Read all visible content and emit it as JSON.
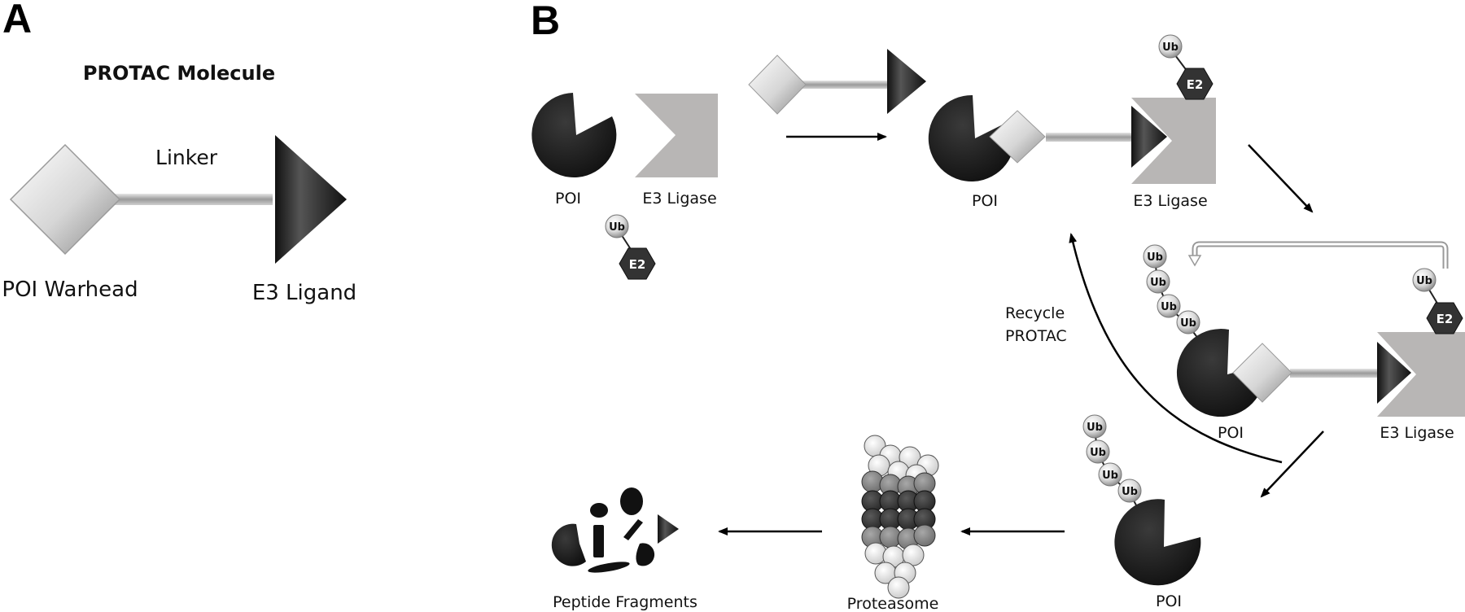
{
  "panel_a": {
    "letter": "A",
    "title": "PROTAC Molecule",
    "linker_label": "Linker",
    "warhead_label": "POI Warhead",
    "ligand_label": "E3 Ligand"
  },
  "panel_b": {
    "letter": "B",
    "step1": {
      "poi": "POI",
      "e3": "E3 Ligase",
      "ub": "Ub",
      "e2": "E2"
    },
    "step2": {
      "poi": "POI",
      "e3": "E3 Ligase",
      "ub": "Ub",
      "e2": "E2"
    },
    "step3": {
      "poi": "POI",
      "e3": "E3 Ligase",
      "ub": "Ub",
      "e2": "E2",
      "ub_chain": [
        "Ub",
        "Ub",
        "Ub",
        "Ub"
      ]
    },
    "recycle_label_line1": "Recycle",
    "recycle_label_line2": "PROTAC",
    "step4": {
      "poi": "POI",
      "ub_chain": [
        "Ub",
        "Ub",
        "Ub",
        "Ub"
      ]
    },
    "proteasome_label": "Proteasome",
    "fragments_label": "Peptide Fragments"
  },
  "colors": {
    "dark": "#222222",
    "ligase_gray": "#b8b6b5",
    "arrow": "#000000"
  }
}
